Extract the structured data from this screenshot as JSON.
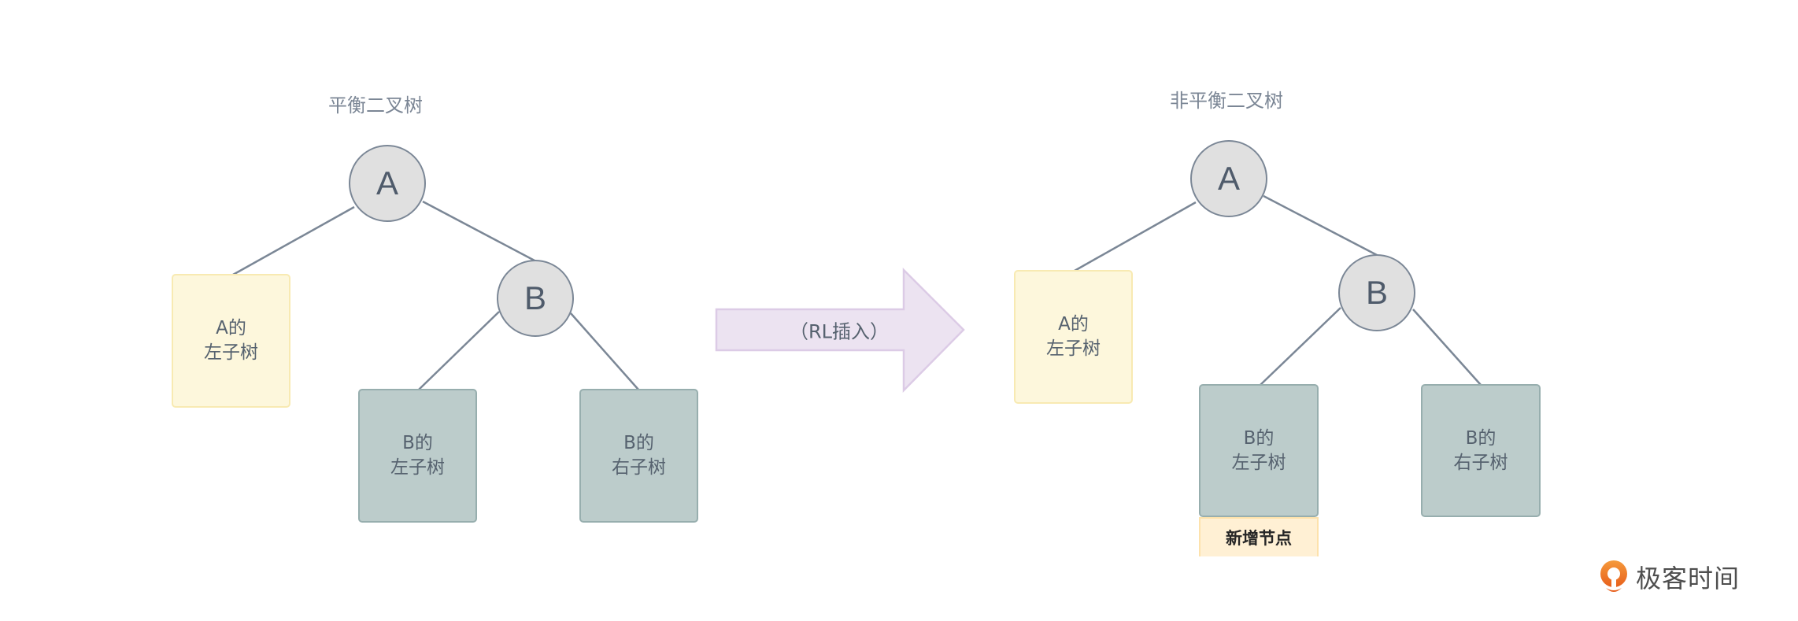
{
  "left_tree": {
    "title": "平衡二叉树",
    "root": {
      "label": "A"
    },
    "child": {
      "label": "B"
    },
    "subtrees": {
      "a_left": {
        "line1": "A的",
        "line2": "左子树"
      },
      "b_left": {
        "line1": "B的",
        "line2": "左子树"
      },
      "b_right": {
        "line1": "B的",
        "line2": "右子树"
      }
    }
  },
  "transition": {
    "label": "（RL插入）"
  },
  "right_tree": {
    "title": "非平衡二叉树",
    "root": {
      "label": "A"
    },
    "child": {
      "label": "B"
    },
    "subtrees": {
      "a_left": {
        "line1": "A的",
        "line2": "左子树"
      },
      "b_left": {
        "line1": "B的",
        "line2": "左子树"
      },
      "b_right": {
        "line1": "B的",
        "line2": "右子树"
      }
    },
    "new_node": {
      "label": "新增节点"
    }
  },
  "brand": {
    "logo_icon": "geektime-logo-icon",
    "name": "极客时间",
    "color": "#f07a1a"
  },
  "colors": {
    "node_fill": "#e0e0e0",
    "node_stroke": "#7b8796",
    "yellow_box": "#fdf7dc",
    "green_box": "#bccccb",
    "new_node": "#fff0d4",
    "arrow_fill": "#ece3f1",
    "arrow_stroke": "#dccbe6"
  }
}
